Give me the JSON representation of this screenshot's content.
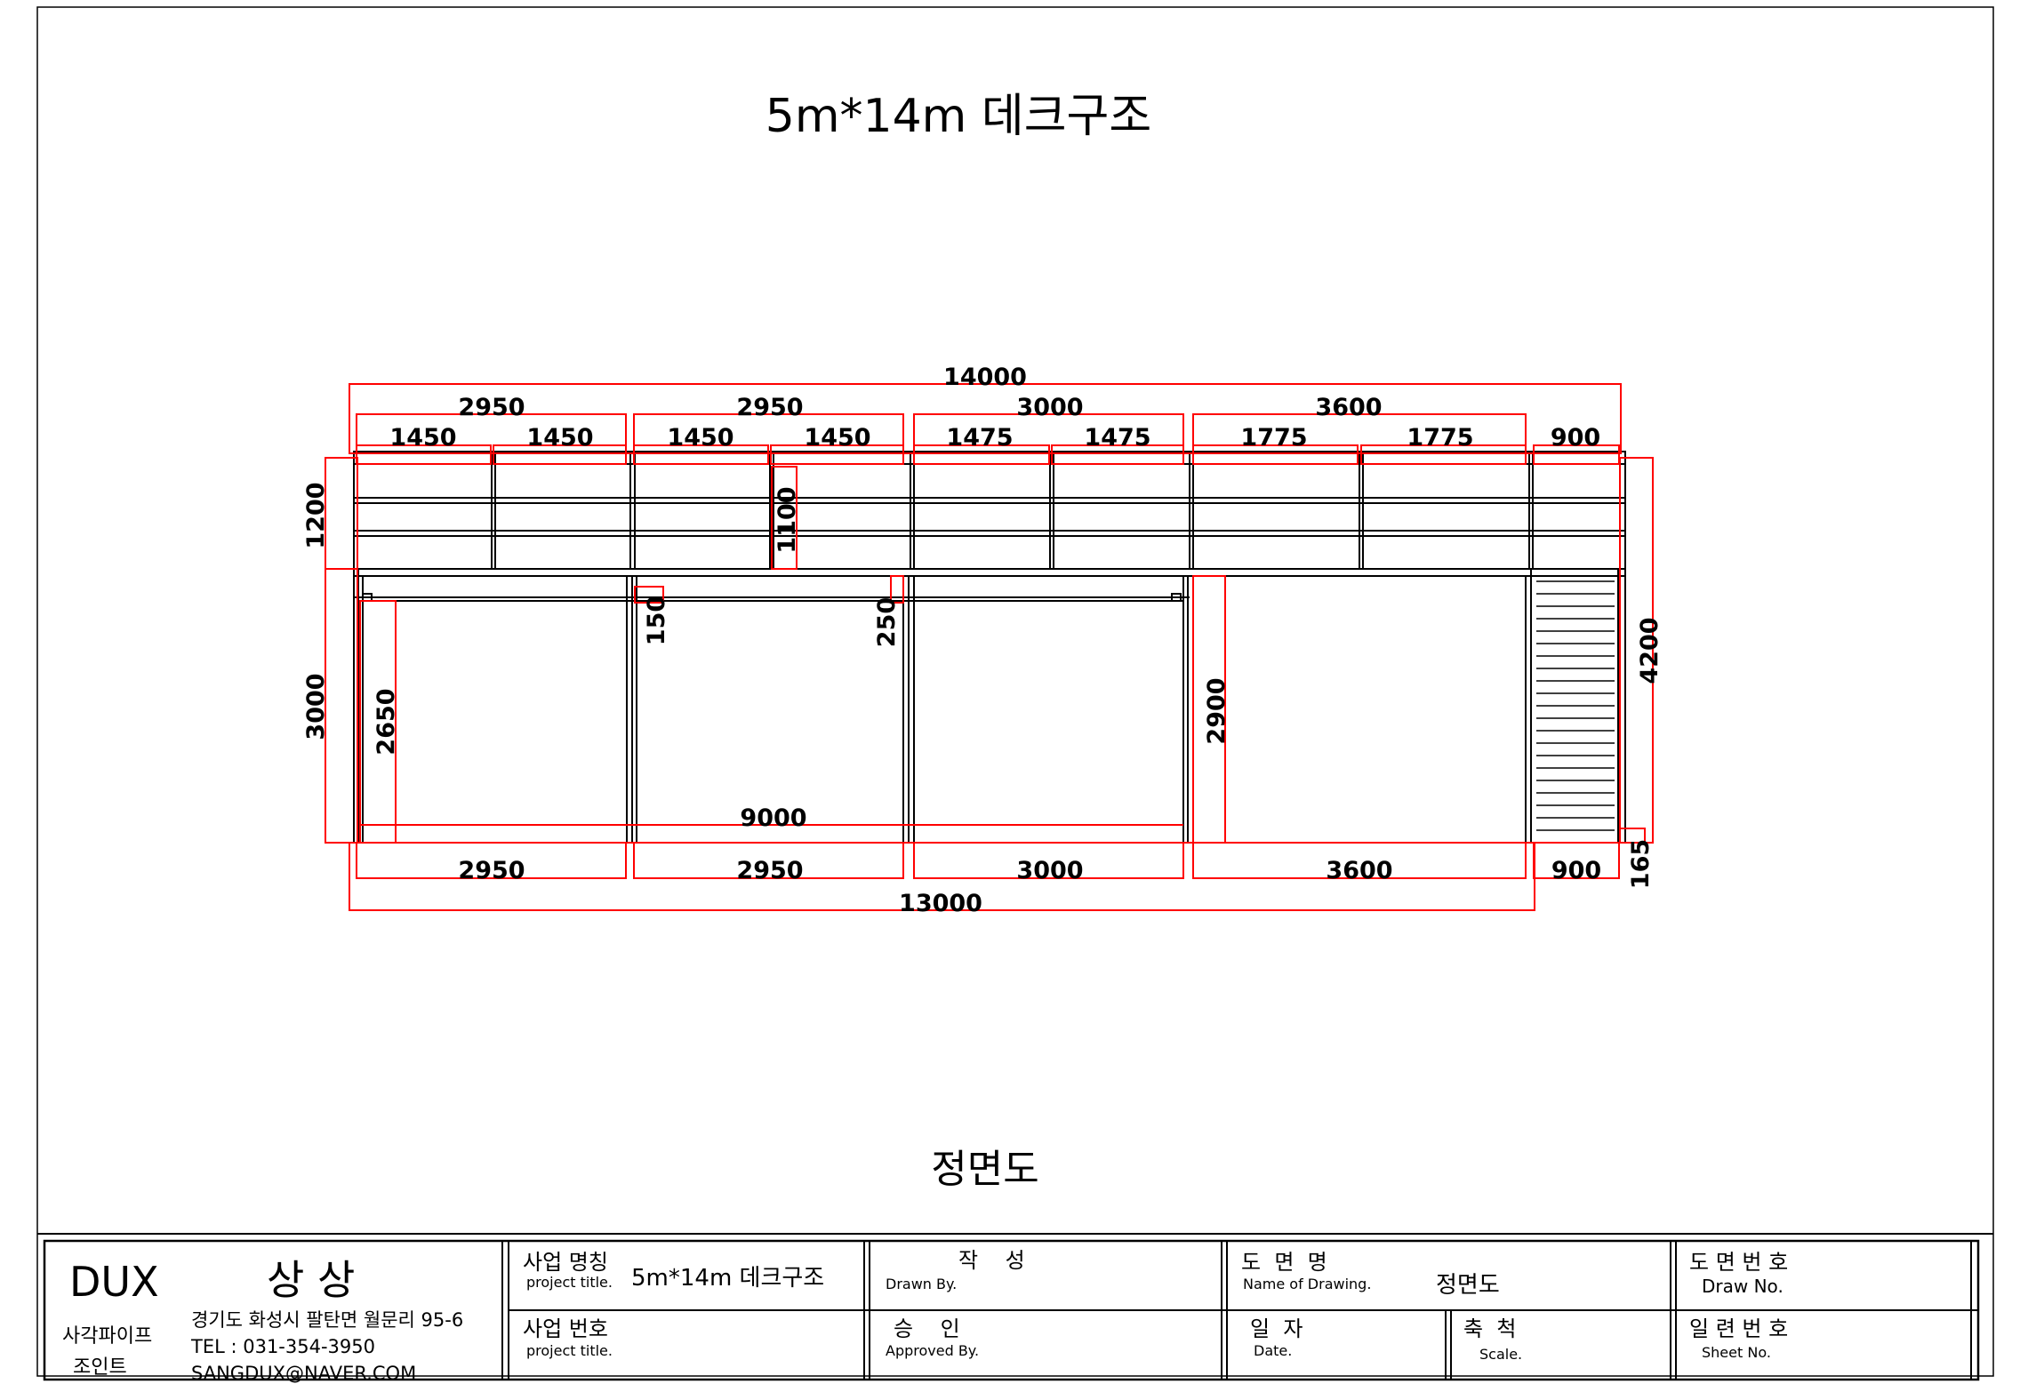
{
  "drawing": {
    "title": "5m*14m 데크구조",
    "view_title": "정면도"
  },
  "dimensions": {
    "overall_top": "14000",
    "top_spans": [
      "2950",
      "2950",
      "3000",
      "3600"
    ],
    "sub_spans": [
      "1450",
      "1450",
      "1450",
      "1450",
      "1475",
      "1475",
      "1775",
      "1775",
      "900"
    ],
    "left_upper": "1200",
    "left_lower": "3000",
    "inner_2650": "2650",
    "inner_1100": "1100",
    "inner_150": "150",
    "inner_250": "250",
    "inner_2900": "2900",
    "right_4200": "4200",
    "center_9000": "9000",
    "bottom_spans": [
      "2950",
      "2950",
      "3000",
      "3600",
      "900"
    ],
    "bottom_165": "165",
    "overall_bottom": "13000"
  },
  "title_block": {
    "brand": "DUX",
    "brand_kr": "상 상",
    "company_line1": "사각파이프",
    "company_line2": "조인트",
    "address": "경기도 화성시 팔탄면 월문리 95-6",
    "tel": "TEL : 031-354-3950",
    "email": "SANGDUX@NAVER.COM",
    "project_name_label": "사업 명칭",
    "project_name_sub": "project title.",
    "project_name_value": "5m*14m 데크구조",
    "project_no_label": "사업 번호",
    "project_no_sub": "project title.",
    "drawn_label": "작    성",
    "drawn_sub": "Drawn By.",
    "approved_label": "승    인",
    "approved_sub": "Approved By.",
    "drawing_name_label": "도  면  명",
    "drawing_name_sub": "Name of Drawing.",
    "drawing_name_value": "정면도",
    "date_label": "일  자",
    "date_sub": "Date.",
    "scale_label": "축  척",
    "scale_sub": "Scale.",
    "drawing_no_label": "도 면 번 호",
    "drawing_no_sub": "Draw No.",
    "sheet_no_label": "일 련 번 호",
    "sheet_no_sub": "Sheet No."
  },
  "colors": {
    "dimension_line": "#ff0000",
    "structure_line": "#000000"
  }
}
